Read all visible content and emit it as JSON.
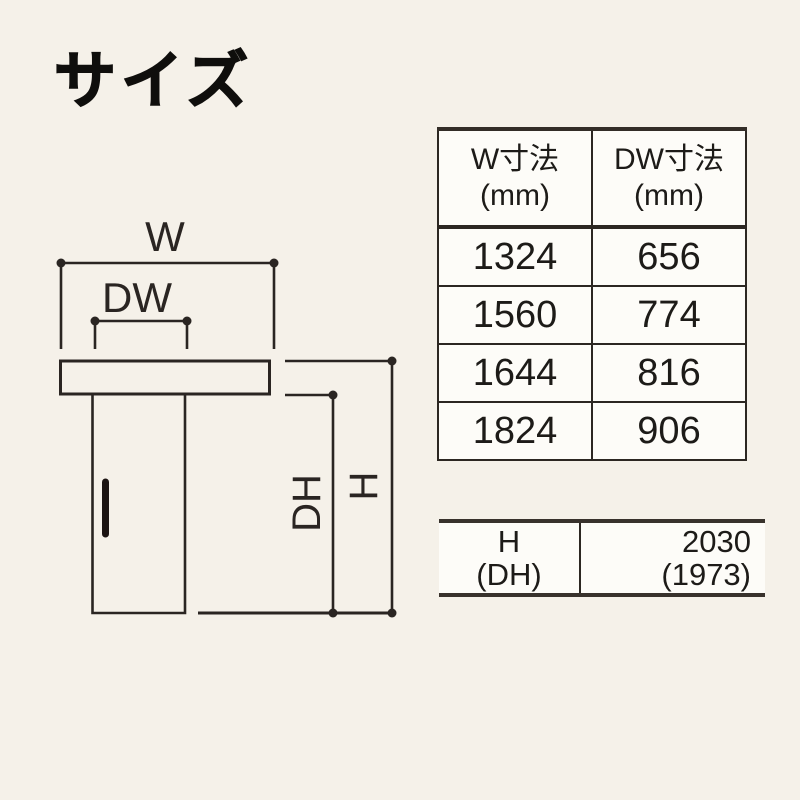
{
  "page": {
    "title": "サイズ",
    "background_color": "#F5F1E9",
    "line_color": "#2A2522",
    "table_cell_background": "#FDFCF8"
  },
  "diagram": {
    "description": "sliding-door dimension drawing",
    "labels": {
      "w": "W",
      "dw": "DW",
      "dh": "DH",
      "h": "H"
    }
  },
  "size_table": {
    "headers": [
      {
        "title": "W寸法",
        "unit": "(mm)"
      },
      {
        "title": "DW寸法",
        "unit": "(mm)"
      }
    ],
    "rows": [
      {
        "w": "1324",
        "dw": "656"
      },
      {
        "w": "1560",
        "dw": "774"
      },
      {
        "w": "1644",
        "dw": "816"
      },
      {
        "w": "1824",
        "dw": "906"
      }
    ]
  },
  "height_table": {
    "label": {
      "line1": "H",
      "line2": "(DH)"
    },
    "value": {
      "line1": "2030",
      "line2": "(1973)"
    }
  }
}
